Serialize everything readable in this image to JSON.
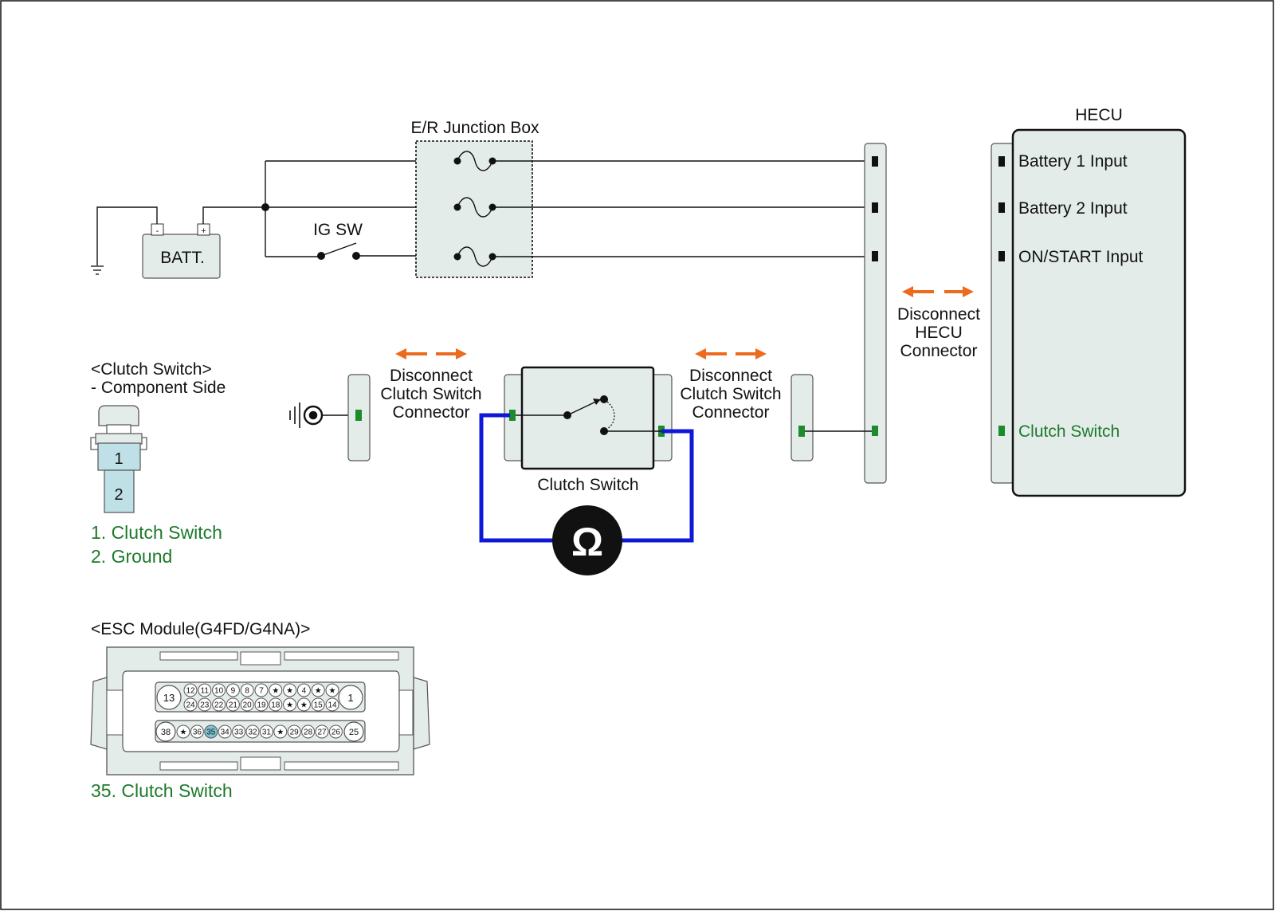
{
  "colors": {
    "terminal_black": "#111111",
    "terminal_green": "#1d8a2c",
    "measure_wire": "#1018d8",
    "disconnect_arrow": "#ec6b1e",
    "component_fill": "#e4ecea",
    "pin_fill": "#bfe0e6",
    "highlight_pin": "#7fc4d4"
  },
  "labels": {
    "junction_box": "E/R Junction Box",
    "ig_sw": "IG SW",
    "battery": "BATT.",
    "batt_neg": "-",
    "batt_pos": "+",
    "hecu_title": "HECU",
    "hecu_pin1": "Battery 1 Input",
    "hecu_pin2": "Battery 2 Input",
    "hecu_pin3": "ON/START Input",
    "hecu_pin4": "Clutch Switch",
    "disc_hecu": [
      "Disconnect",
      "HECU",
      "Connector"
    ],
    "disc_clutch": [
      "Disconnect",
      "Clutch Switch",
      "Connector"
    ],
    "clutch_switch": "Clutch Switch",
    "meter_symbol": "Ω"
  },
  "component_view": {
    "title": "<Clutch Switch>",
    "subtitle": "- Component Side",
    "pin1": "1",
    "pin2": "2",
    "legend": [
      "1. Clutch Switch",
      "2. Ground"
    ]
  },
  "esc_module": {
    "title": "<ESC Module(G4FD/G4NA)>",
    "row1_left": "13",
    "row1_right": "1",
    "row1_top": [
      "12",
      "11",
      "10",
      "9",
      "8",
      "7",
      "★",
      "★",
      "4",
      "★",
      "★"
    ],
    "row1_bottom": [
      "24",
      "23",
      "22",
      "21",
      "20",
      "19",
      "18",
      "★",
      "★",
      "15",
      "14"
    ],
    "row2_left": "38",
    "row2_right": "25",
    "row2": [
      "★",
      "36",
      "35",
      "34",
      "33",
      "32",
      "31",
      "★",
      "29",
      "28",
      "27",
      "26"
    ],
    "legend": "35. Clutch Switch"
  }
}
